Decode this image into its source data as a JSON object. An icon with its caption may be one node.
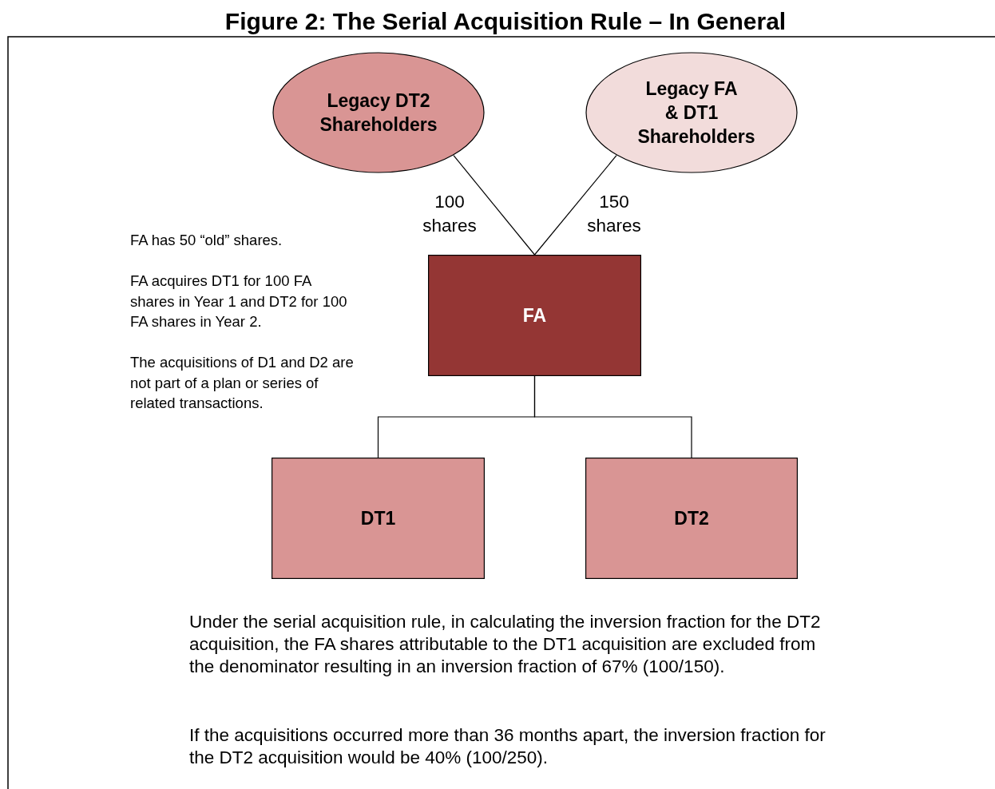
{
  "diagram": {
    "title": "Figure 2: The Serial Acquisition Rule – In General",
    "nodes": [
      {
        "text": [
          "Legacy DT2 Shareholders"
        ]
      },
      {
        "text": [
          "Legacy FA & DT1 Shareholders"
        ]
      },
      {
        "text": [
          "FA"
        ]
      },
      {
        "text": [
          "DT1"
        ]
      },
      {
        "text": [
          "DT2"
        ]
      }
    ],
    "edges": [
      {
        "from": 0,
        "to": 2,
        "arrow": "none",
        "label": "100 shares"
      },
      {
        "from": 1,
        "to": 2,
        "arrow": "none",
        "label": "150 shares"
      },
      {
        "from": 2,
        "to": 3,
        "arrow": "none"
      },
      {
        "from": 2,
        "to": 4,
        "arrow": "none"
      }
    ],
    "labels": [
      "FA has 50 “old” shares.",
      "FA acquires DT1 for 100 FA shares in Year 1 and DT2 for 100 FA shares in Year 2.",
      "The acquisitions of D1 and D2 are not part of a plan or series of related transactions.",
      "Under the serial acquisition rule, in calculating the inversion fraction for the DT2 acquisition, the FA shares attributable to the DT1 acquisition are excluded from the denominator resulting in an inversion fraction of 67% (100/150).",
      "If the acquisitions occurred more than 36 months apart, the inversion fraction for the DT2 acquisition would be 40% (100/250)."
    ]
  }
}
